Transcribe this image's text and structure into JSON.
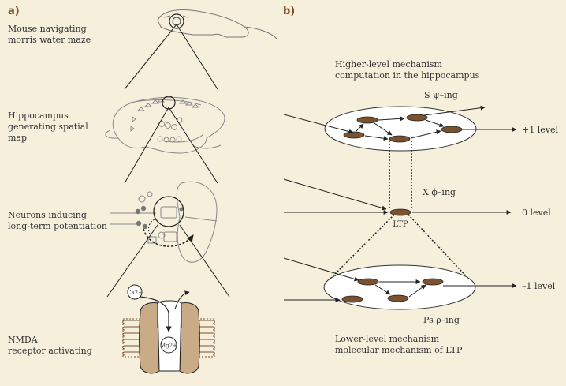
{
  "panel_a": {
    "label": "a)",
    "levels": [
      {
        "text": "Mouse navigating\nmorris water maze"
      },
      {
        "text": "Hippocampus\ngenerating spatial\nmap"
      },
      {
        "text": "Neurons inducing\nlong-term potentiation"
      },
      {
        "text": "NMDA\nreceptor activating"
      }
    ],
    "ions": {
      "calcium": "Ca2+",
      "magnesium": "Mg2+"
    }
  },
  "panel_b": {
    "label": "b)",
    "higher_level": {
      "line1": "Higher-level mechanism",
      "line2": "computation in the hippocampus"
    },
    "lower_level": {
      "line1": "Lower-level mechanism",
      "line2": "molecular mechanism of LTP"
    },
    "top_tag": "S ψ–ing",
    "middle_tag": "X ϕ–ing",
    "bottom_tag": "Ps ρ–ing",
    "center_node": "LTP",
    "levels": [
      "+1 level",
      "0 level",
      "–1 level"
    ]
  },
  "colors": {
    "background": "#f5efdc",
    "node": "#7a5230",
    "membrane": "#c9ab88",
    "accent": "#7a4a25"
  }
}
